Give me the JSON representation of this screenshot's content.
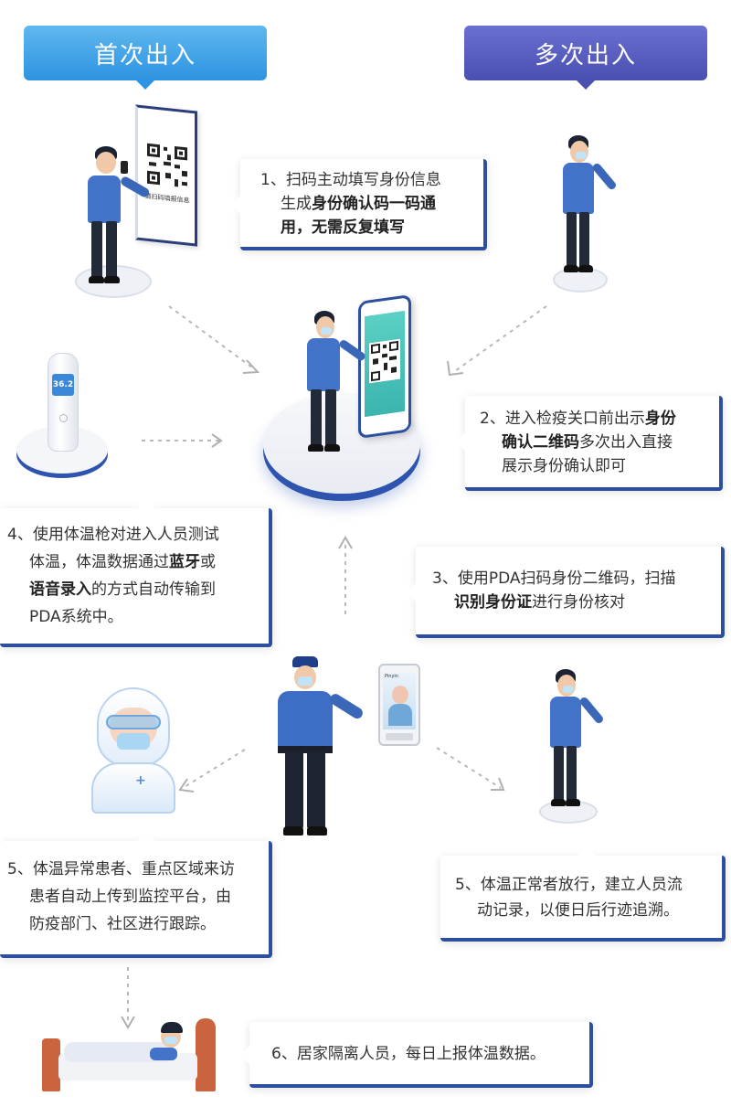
{
  "tabs": {
    "first": "首次出入",
    "multi": "多次出入"
  },
  "qr_poster_caption": "请扫码填报信息",
  "thermometer_reading": "36.2",
  "pda_screen_label": "Pinyin",
  "steps": {
    "s1": {
      "parts": [
        {
          "t": "1、扫码主动填写身份信息",
          "b": false
        },
        {
          "t": "生成",
          "b": false
        },
        {
          "t": "身份确认码一码通",
          "b": true
        },
        {
          "t": "用，无需反复填写",
          "b": true
        }
      ]
    },
    "s2": {
      "parts": [
        {
          "t": "2、进入检疫关口前出示",
          "b": false
        },
        {
          "t": "身份",
          "b": true
        },
        {
          "t": "确认二维码",
          "b": true
        },
        {
          "t": "多次出入直接",
          "b": false
        },
        {
          "t": "展示身份确认即可",
          "b": false
        }
      ]
    },
    "s3": {
      "parts": [
        {
          "t": "3、使用PDA扫码身份二维码，扫描",
          "b": false
        },
        {
          "t": "识别身份证",
          "b": true
        },
        {
          "t": "进行身份核对",
          "b": false
        }
      ]
    },
    "s4": {
      "parts": [
        {
          "t": "4、使用体温枪对进入人员测试",
          "b": false
        },
        {
          "t": "体温，体温数据通过",
          "b": false
        },
        {
          "t": "蓝牙",
          "b": true
        },
        {
          "t": "或",
          "b": false
        },
        {
          "t": "语音录入",
          "b": true
        },
        {
          "t": "的方式自动传输到",
          "b": false
        },
        {
          "t": "PDA系统中。",
          "b": false
        }
      ]
    },
    "s5a": {
      "parts": [
        {
          "t": "5、体温异常患者、重点区域来访",
          "b": false
        },
        {
          "t": "患者自动上传到监控平台，由",
          "b": false
        },
        {
          "t": "防疫部门、社区进行跟踪。",
          "b": false
        }
      ]
    },
    "s5b": {
      "parts": [
        {
          "t": "5、体温正常者放行，建立人员流",
          "b": false
        },
        {
          "t": "动记录，以便日后行迹追溯。",
          "b": false
        }
      ]
    },
    "s6": {
      "parts": [
        {
          "t": "6、居家隔离人员，每日上报体温数据。",
          "b": false
        }
      ]
    }
  },
  "colors": {
    "tab_first": "#2e93e1",
    "tab_multi": "#4a50b0",
    "card_accent": "#2c4fa0",
    "platform_ring": "#2e54b0",
    "shirt": "#4273c8"
  }
}
